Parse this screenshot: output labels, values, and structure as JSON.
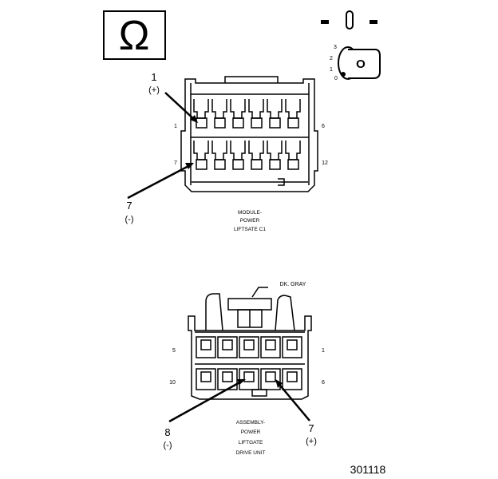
{
  "ohm_symbol": "Ω",
  "ignition": {
    "key_letter": "O",
    "positions": [
      "3",
      "2",
      "1",
      "0"
    ]
  },
  "connector_c1": {
    "title_lines": [
      "MODULE-",
      "POWER",
      "LIFTSATE C1"
    ],
    "pin_label_left_top": "1",
    "pin_label_right_top": "6",
    "pin_label_left_bottom": "7",
    "pin_label_right_bottom": "12",
    "callout_pin1": {
      "number": "1",
      "polarity": "(+)"
    },
    "callout_pin7": {
      "number": "7",
      "polarity": "(-)"
    }
  },
  "connector_drive": {
    "wire_color_label": "DK. GRAY",
    "title_lines": [
      "ASSEMBLY-",
      "POWER",
      "LIFTGATE",
      "DRIVE UNIT"
    ],
    "pin_label_left_top": "5",
    "pin_label_right_top": "1",
    "pin_label_left_bottom": "10",
    "pin_label_right_bottom": "6",
    "callout_pin8": {
      "number": "8",
      "polarity": "(-)"
    },
    "callout_pin7": {
      "number": "7",
      "polarity": "(+)"
    }
  },
  "figure_number": "301118"
}
